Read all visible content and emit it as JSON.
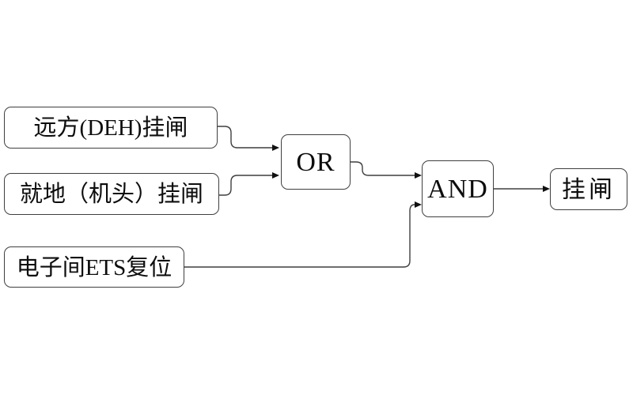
{
  "diagram": {
    "title": "trip-latch logic diagram",
    "type": "logic-flow",
    "background_color": "#ffffff",
    "line_color": "#3f3f3f",
    "text_color": "#0d0d0d",
    "nodes": [
      {
        "id": "remote-deh",
        "label": "远方(DEH)挂闸",
        "role": "input"
      },
      {
        "id": "local-head",
        "label": "就地（机头）挂闸",
        "role": "input"
      },
      {
        "id": "ets-reset",
        "label": "电子间ETS复位",
        "role": "input"
      },
      {
        "id": "or-gate",
        "label": "OR",
        "role": "gate"
      },
      {
        "id": "and-gate",
        "label": "AND",
        "role": "gate"
      },
      {
        "id": "output",
        "label": "挂闸",
        "role": "output"
      }
    ],
    "edges": [
      {
        "from": "remote-deh",
        "to": "or-gate"
      },
      {
        "from": "local-head",
        "to": "or-gate"
      },
      {
        "from": "or-gate",
        "to": "and-gate"
      },
      {
        "from": "ets-reset",
        "to": "and-gate"
      },
      {
        "from": "and-gate",
        "to": "output"
      }
    ]
  }
}
